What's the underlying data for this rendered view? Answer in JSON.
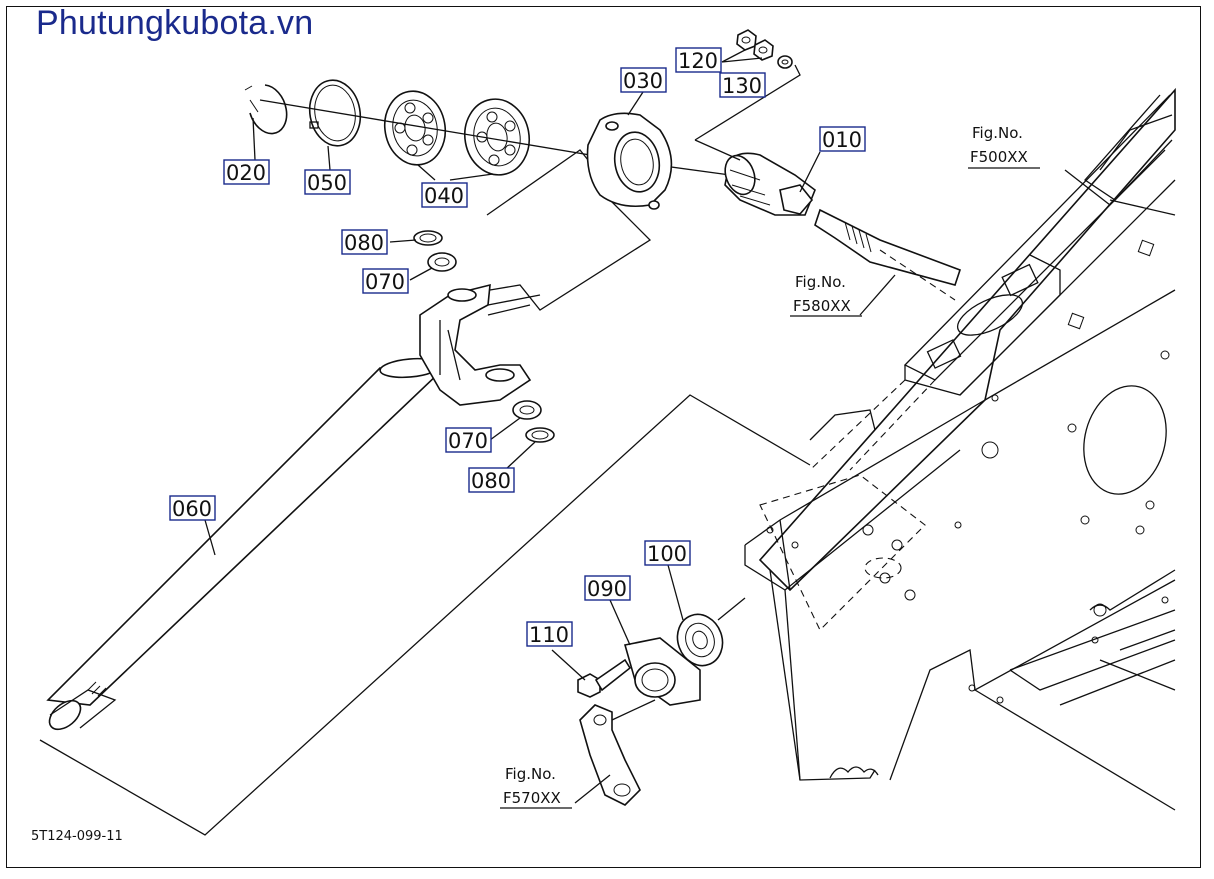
{
  "watermark": "Phutungkubota.vn",
  "figure_code": "5T124-099-11",
  "parts": [
    {
      "id": "part-020",
      "label": "020"
    },
    {
      "id": "part-050",
      "label": "050"
    },
    {
      "id": "part-040",
      "label": "040"
    },
    {
      "id": "part-030",
      "label": "030"
    },
    {
      "id": "part-120",
      "label": "120"
    },
    {
      "id": "part-130",
      "label": "130"
    },
    {
      "id": "part-010",
      "label": "010"
    },
    {
      "id": "part-080-top",
      "label": "080"
    },
    {
      "id": "part-070-top",
      "label": "070"
    },
    {
      "id": "part-070-bottom",
      "label": "070"
    },
    {
      "id": "part-080-bottom",
      "label": "080"
    },
    {
      "id": "part-060",
      "label": "060"
    },
    {
      "id": "part-100",
      "label": "100"
    },
    {
      "id": "part-090",
      "label": "090"
    },
    {
      "id": "part-110",
      "label": "110"
    }
  ],
  "fig_refs": [
    {
      "id": "fig-f500",
      "line1": "Fig.No.",
      "line2": "F500XX"
    },
    {
      "id": "fig-f580",
      "line1": "Fig.No.",
      "line2": "F580XX"
    },
    {
      "id": "fig-f570",
      "line1": "Fig.No.",
      "line2": "F570XX"
    }
  ]
}
